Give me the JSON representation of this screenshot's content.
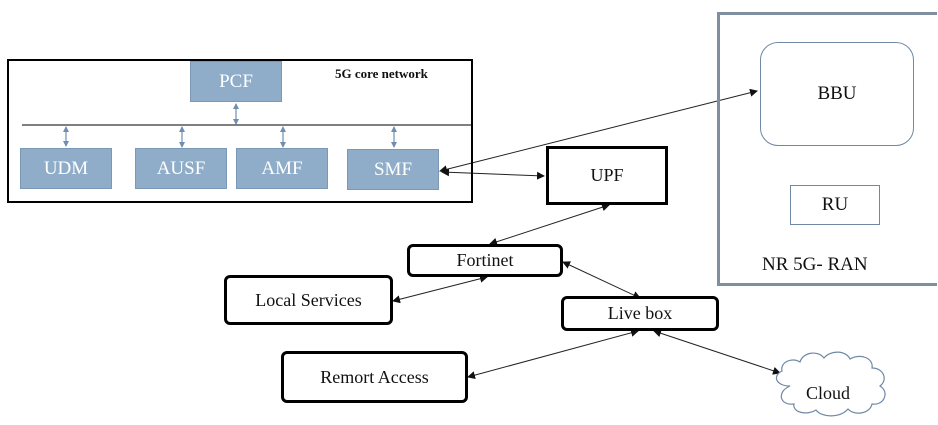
{
  "core": {
    "title": "5G core  network",
    "pcf": "PCF",
    "udm": "UDM",
    "ausf": "AUSF",
    "amf": "AMF",
    "smf": "SMF"
  },
  "upf": "UPF",
  "ran": {
    "bbu": "BBU",
    "ru": "RU",
    "label": "NR 5G- RAN"
  },
  "nodes": {
    "fortinet": "Fortinet",
    "local_services": "Local Services",
    "live_box": "Live box",
    "remote_access": "Remort Access",
    "cloud": "Cloud"
  },
  "colors": {
    "nf_fill": "#8fadc9",
    "bus_arrow": "#6f8fb0",
    "ran_border": "#7f8fa0"
  }
}
